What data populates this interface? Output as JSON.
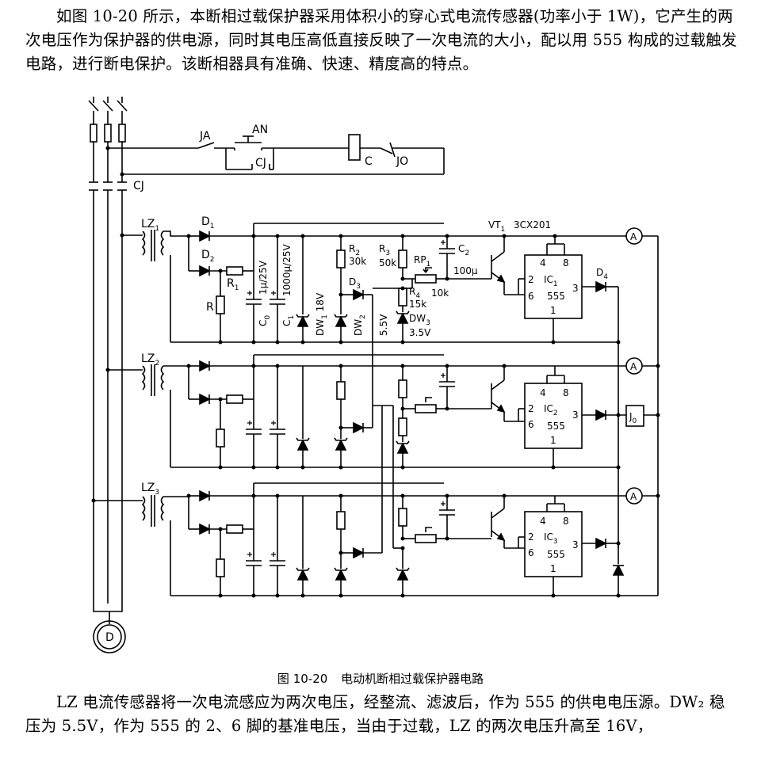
{
  "text": {
    "para1": "如图 10-20 所示，本断相过载保护器采用体积小的穿心式电流传感器(功率小于 1W)，它产生的两次电压作为保护器的供电源，同时其电压高低直接反映了一次电流的大小，配以用 555 构成的过载触发电路，进行断电保护。该断相器具有准确、快速、精度高的特点。",
    "caption_num": "图 10-20",
    "caption_title": "电动机断相过载保护器电路",
    "para2": "LZ 电流传感器将一次电流感应为两次电压，经整流、滤波后，作为 555 的供电电压源。DW₂ 稳压为 5.5V，作为 555 的 2、6 脚的基准电压，当由于过载，LZ 的两次电压升高至 16V，"
  },
  "labels": {
    "ja": "JA",
    "an": "AN",
    "cj_contact": "CJ",
    "coil": "C",
    "jo": "JO",
    "cj_main": "CJ",
    "lz1": "LZ",
    "lz2": "LZ",
    "lz3": "LZ",
    "d1": "D",
    "d2": "D",
    "r1": "R",
    "r": "R",
    "c0": "C",
    "c0_val": "1μ/25V",
    "c1": "C",
    "c1_val": "1000μ/25V",
    "dw1": "DW",
    "dw1_val": "18V",
    "r2": "R",
    "r2_val": "30k",
    "d3": "D",
    "dw2": "DW",
    "dw2_val": "5.5V",
    "r3": "R",
    "r3_val": "50k",
    "rp1": "RP",
    "rp1_val": "10k",
    "r4": "R",
    "r4_val": "15k",
    "dw3": "DW",
    "dw3_val": "3.5V",
    "c2": "C",
    "c2_val": "100μ",
    "vt1": "VT",
    "vt1_type": "3CX201",
    "ic1": "IC",
    "ic2": "IC",
    "ic3": "IC",
    "ic_type": "555",
    "pin4": "4",
    "pin8": "8",
    "pin2": "2",
    "pin6": "6",
    "pin3": "3",
    "pin1": "1",
    "d4": "D",
    "j0": "J",
    "ammeter": "A",
    "motor": "D"
  },
  "subs": {
    "one": "1",
    "two": "2",
    "three": "3",
    "four": "4",
    "zero": "0"
  }
}
